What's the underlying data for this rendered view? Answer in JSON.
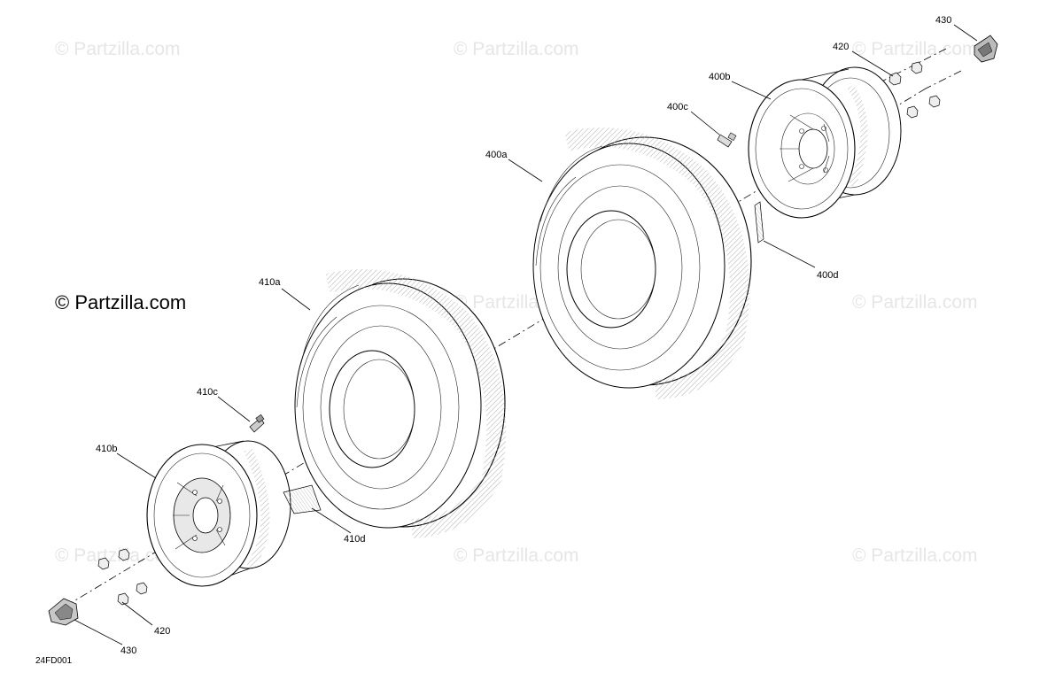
{
  "watermarks": {
    "grey": "© Partzilla.com",
    "main": "© Partzilla.com"
  },
  "diagram_code": "24FD001",
  "callouts": {
    "c430_top": "430",
    "c420_top": "420",
    "c400b": "400b",
    "c400c": "400c",
    "c400a": "400a",
    "c400d": "400d",
    "c410a": "410a",
    "c410c": "410c",
    "c410b": "410b",
    "c410d": "410d",
    "c420_bottom": "420",
    "c430_bottom": "430"
  }
}
